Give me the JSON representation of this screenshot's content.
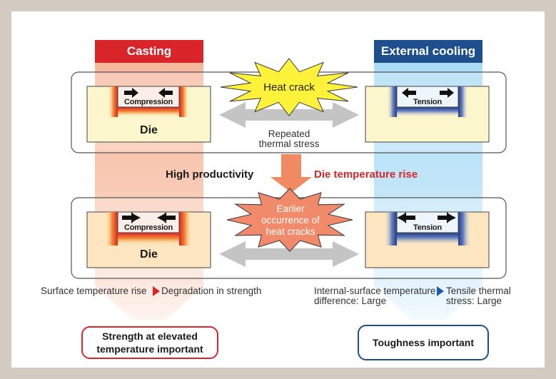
{
  "headers": {
    "left": "Casting",
    "right": "External cooling"
  },
  "top_panel": {
    "crack_label": "Heat crack",
    "left_stress_label": "Compression",
    "left_block_label": "Die",
    "right_stress_label": "Tension",
    "arrow_caption_line1": "Repeated",
    "arrow_caption_line2": "thermal stress"
  },
  "middle": {
    "left_label": "High productivity",
    "right_label": "Die temperature rise"
  },
  "bottom_panel": {
    "crack_line1": "Earlier",
    "crack_line2": "occurrence of",
    "crack_line3": "heat cracks",
    "left_stress_label": "Compression",
    "left_block_label": "Die",
    "right_stress_label": "Tension"
  },
  "notes": {
    "left_a": "Surface temperature rise",
    "left_b": "Degradation in strength",
    "right_a_line1": "Internal-surface temperature",
    "right_a_line2": "difference: Large",
    "right_b_line1": "Tensile thermal",
    "right_b_line2": "stress: Large"
  },
  "outcomes": {
    "left_line1": "Strength at elevated",
    "left_line2": "temperature important",
    "right": "Toughness important"
  },
  "colors": {
    "frame": "#d3cbc1",
    "casting_red": "#d9252a",
    "cooling_blue": "#1d4f8d",
    "casting_column": "#f7c8b4",
    "cooling_column": "#bfe3f7",
    "die_fill": "#fcf6cd",
    "heat_crack_yellow": "#fff23a",
    "earlier_crack_salmon": "#f08a6a",
    "down_arrow": "#f08a62",
    "gray_arrow": "#c4c4c4"
  }
}
